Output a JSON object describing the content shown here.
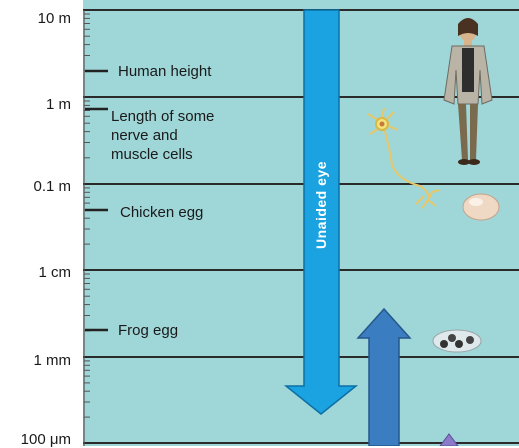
{
  "scale_labels": {
    "m10": "10 m",
    "m1": "1 m",
    "m01": "0.1 m",
    "cm1": "1 cm",
    "mm1": "1 mm",
    "um100": "100 μm"
  },
  "items": {
    "human_height": "Human height",
    "cells_line1": "Length of some",
    "cells_line2": "nerve and",
    "cells_line3": "muscle cells",
    "chicken_egg": "Chicken egg",
    "frog_egg": "Frog egg"
  },
  "arrow": {
    "unaided_eye": "Unaided eye"
  },
  "colors": {
    "panel": "#9fd6d8",
    "gridline": "#2a2a2a",
    "eye_arrow": "#1aa3e0",
    "dark_arrow": "#3a7dc0"
  }
}
